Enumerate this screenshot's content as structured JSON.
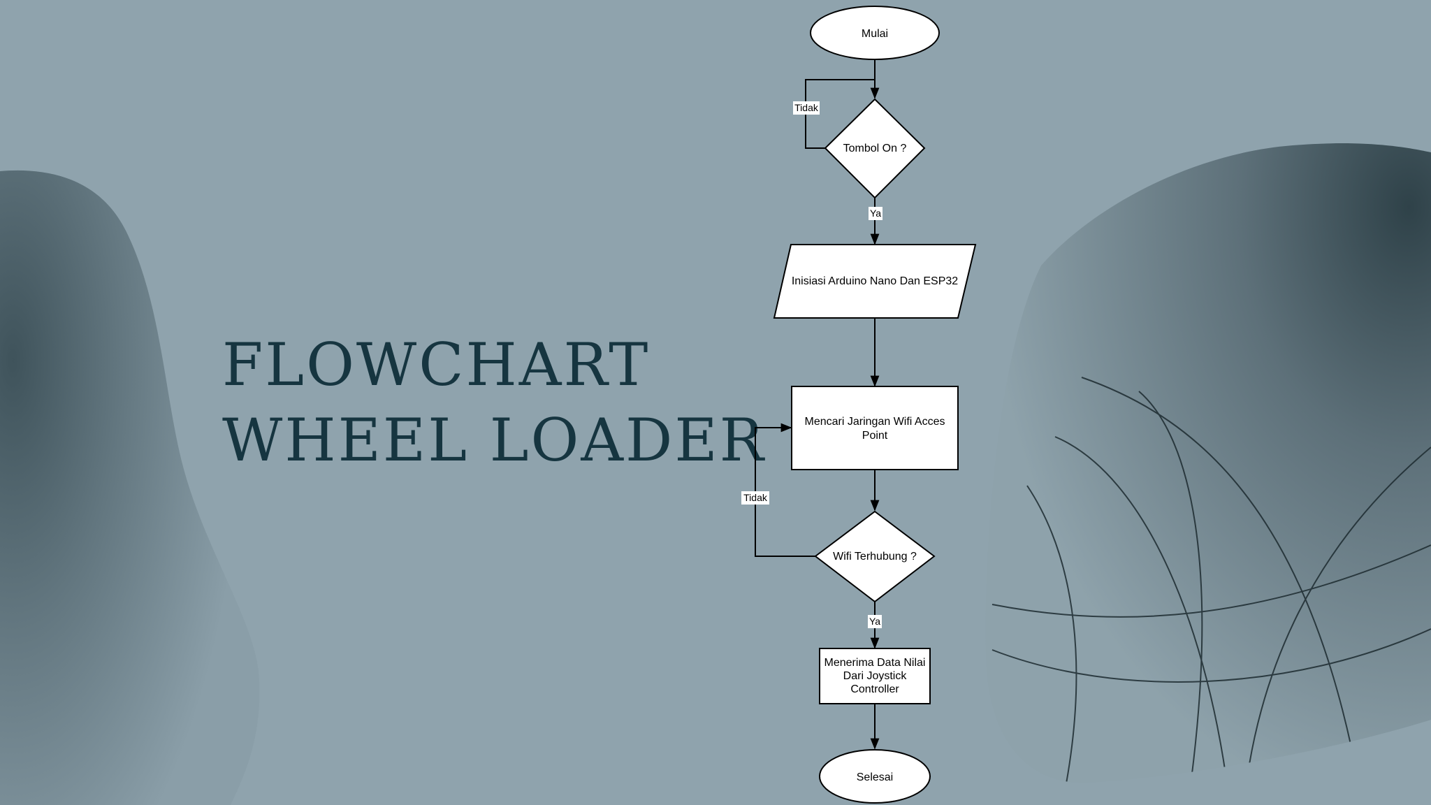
{
  "title": {
    "line1": "FLOWCHART",
    "line2": "WHEEL LOADER"
  },
  "flowchart": {
    "start": "Mulai",
    "decision_power": "Tombol On ?",
    "init": "Inisiasi Arduino Nano Dan ESP32",
    "search_wifi_line1": "Mencari Jaringan Wifi Acces",
    "search_wifi_line2": "Point",
    "decision_wifi": "Wifi Terhubung ?",
    "receive_line1": "Menerima Data Nilai",
    "receive_line2": "Dari Joystick",
    "receive_line3": "Controller",
    "end": "Selesai",
    "label_no_1": "Tidak",
    "label_yes_1": "Ya",
    "label_no_2": "Tidak",
    "label_yes_2": "Ya"
  },
  "colors": {
    "background": "#8fa3ad",
    "title": "#163540",
    "blob_dark": "#2f4249"
  }
}
